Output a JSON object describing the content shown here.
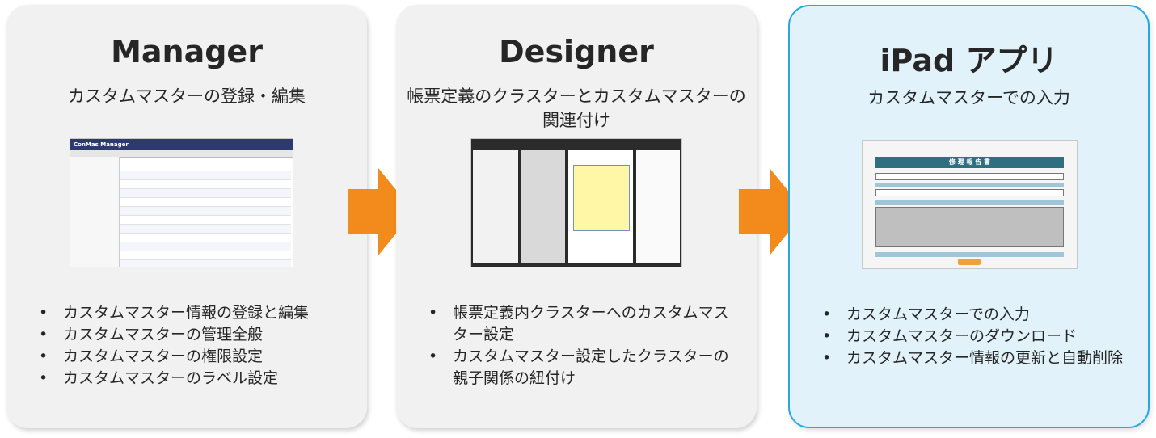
{
  "colors": {
    "arrow": "#f28a1c",
    "card_gray": "#f1f1f1",
    "card_blue": "#e2f2fb",
    "card_blue_border": "#2aa7e3"
  },
  "manager": {
    "title": "Manager",
    "subtitle": "カスタムマスターの登録・編集",
    "screenshot_caption": "ConMas Manager",
    "bullets": [
      "カスタムマスター情報の登録と編集",
      "カスタムマスターの管理全般",
      "カスタムマスターの権限設定",
      "カスタムマスターのラベル設定"
    ]
  },
  "designer": {
    "title": "Designer",
    "subtitle": "帳票定義のクラスターとカスタムマスターの関連付け",
    "bullets": [
      "帳票定義内クラスターへのカスタムマスター設定",
      "カスタムマスター設定したクラスターの親子関係の紐付け"
    ]
  },
  "ipad": {
    "title": "iPad アプリ",
    "subtitle": "カスタムマスターでの入力",
    "screenshot_caption": "修 理 報 告 書",
    "bullets": [
      "カスタムマスターでの入力",
      "カスタムマスターのダウンロード",
      "カスタムマスター情報の更新と自動削除"
    ]
  }
}
